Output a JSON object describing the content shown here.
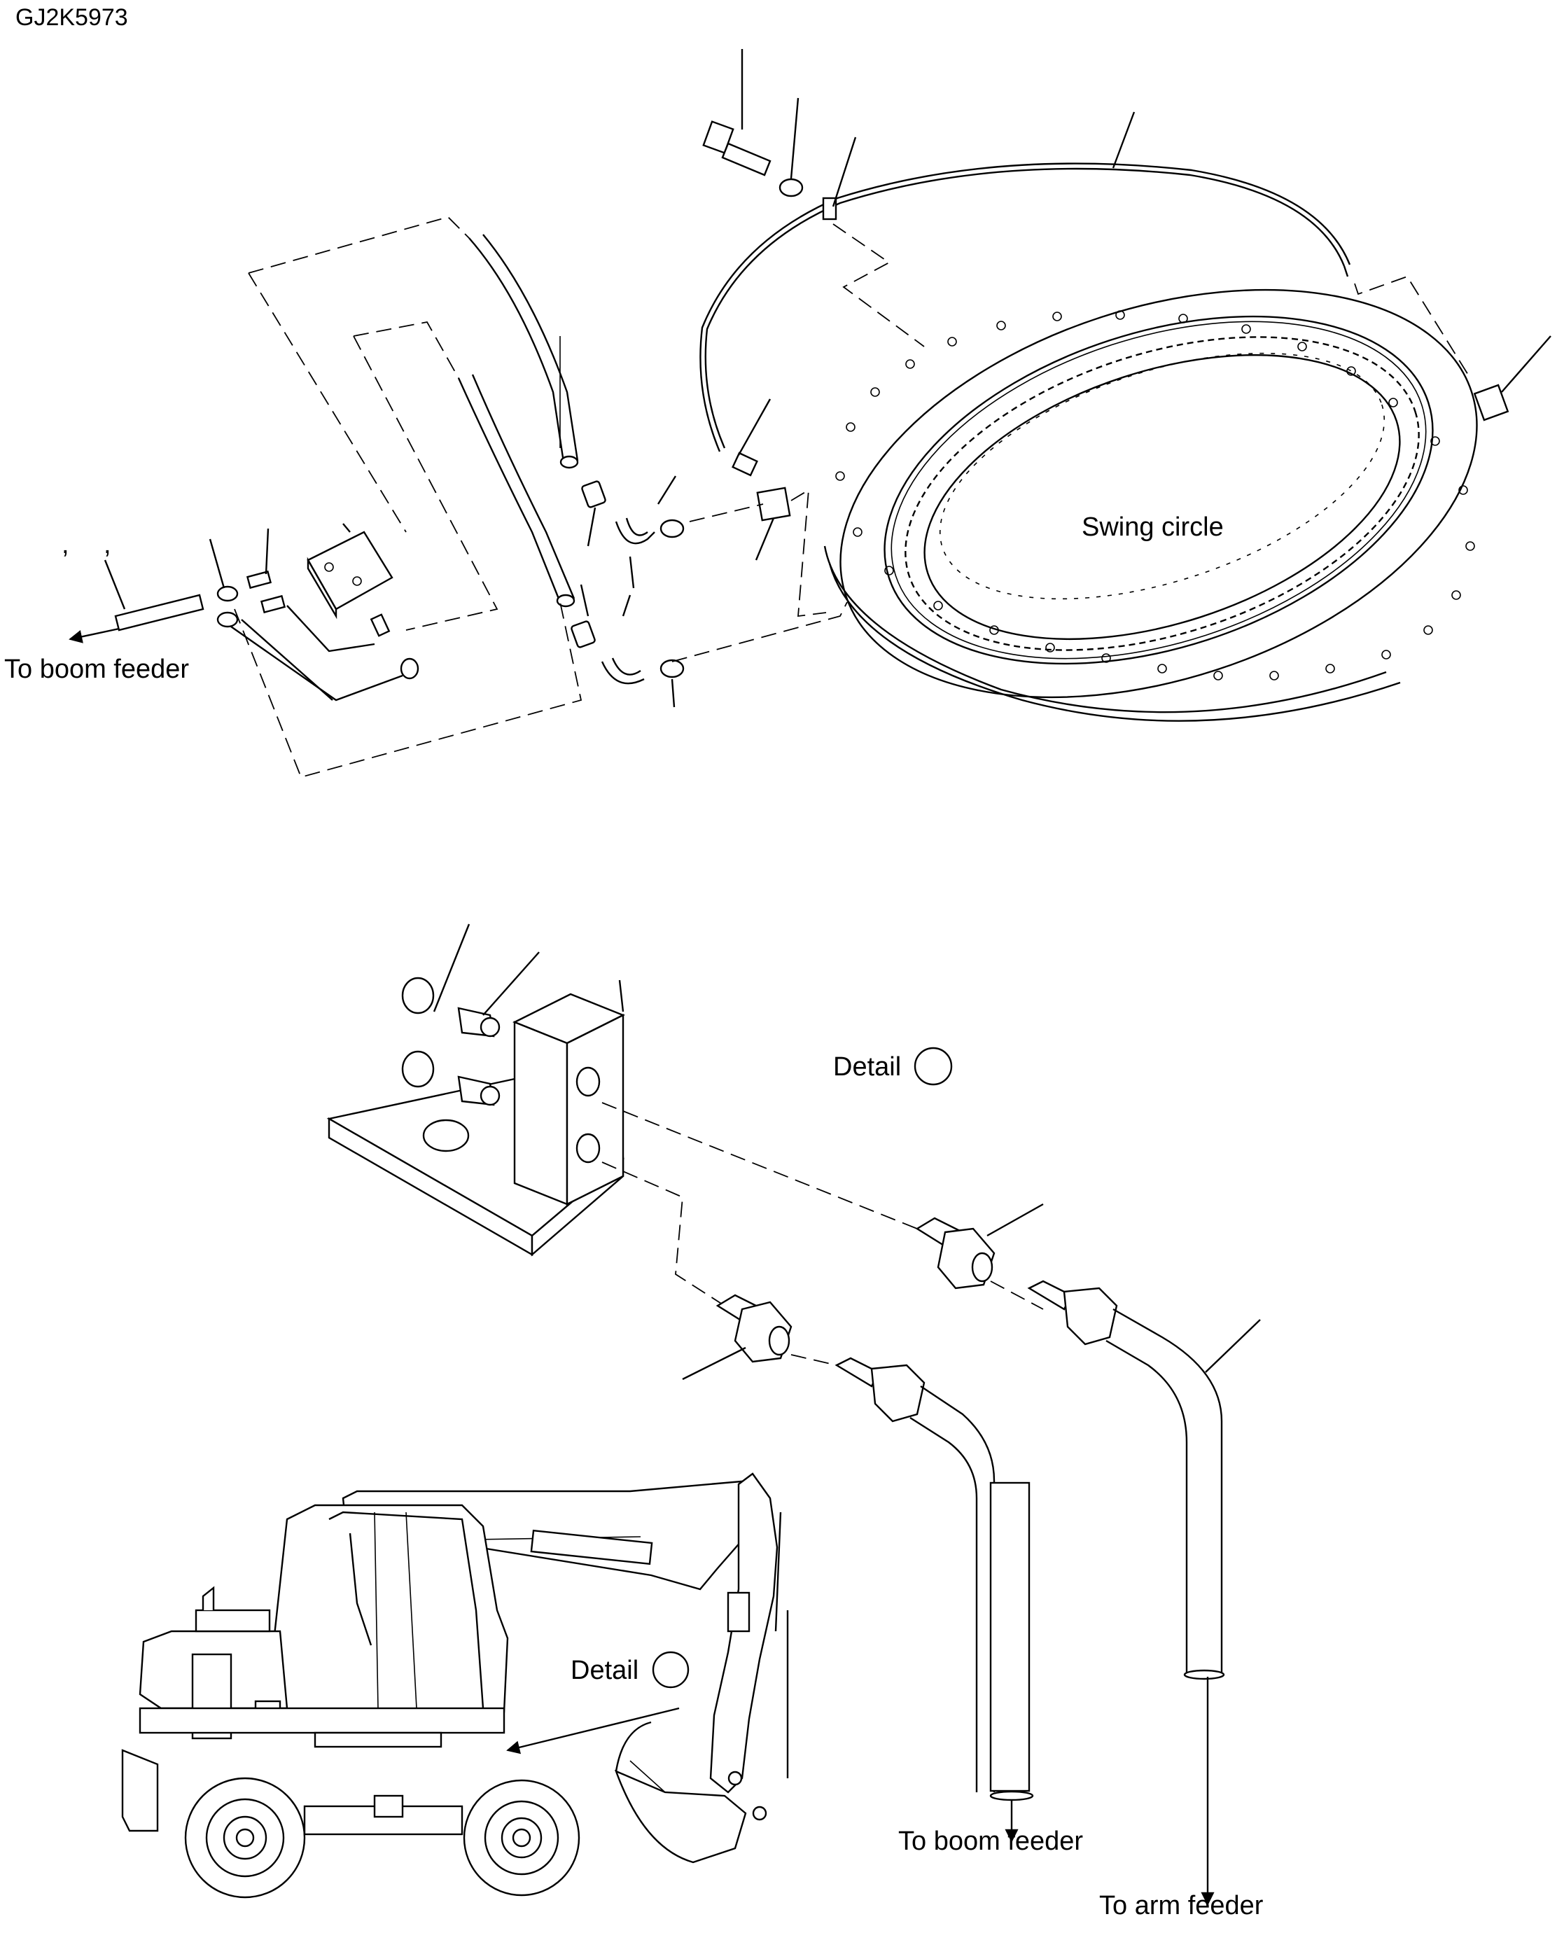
{
  "drawing_code": "GJ2K5973",
  "labels": {
    "swing_circle": "Swing circle",
    "to_boom_feeder_top": "To boom feeder",
    "detail_upper": "Detail",
    "detail_lower": "Detail",
    "to_boom_feeder_bottom": "To boom feeder",
    "to_arm_feeder": "To arm feeder",
    "comma_1": ",",
    "comma_2": ","
  }
}
